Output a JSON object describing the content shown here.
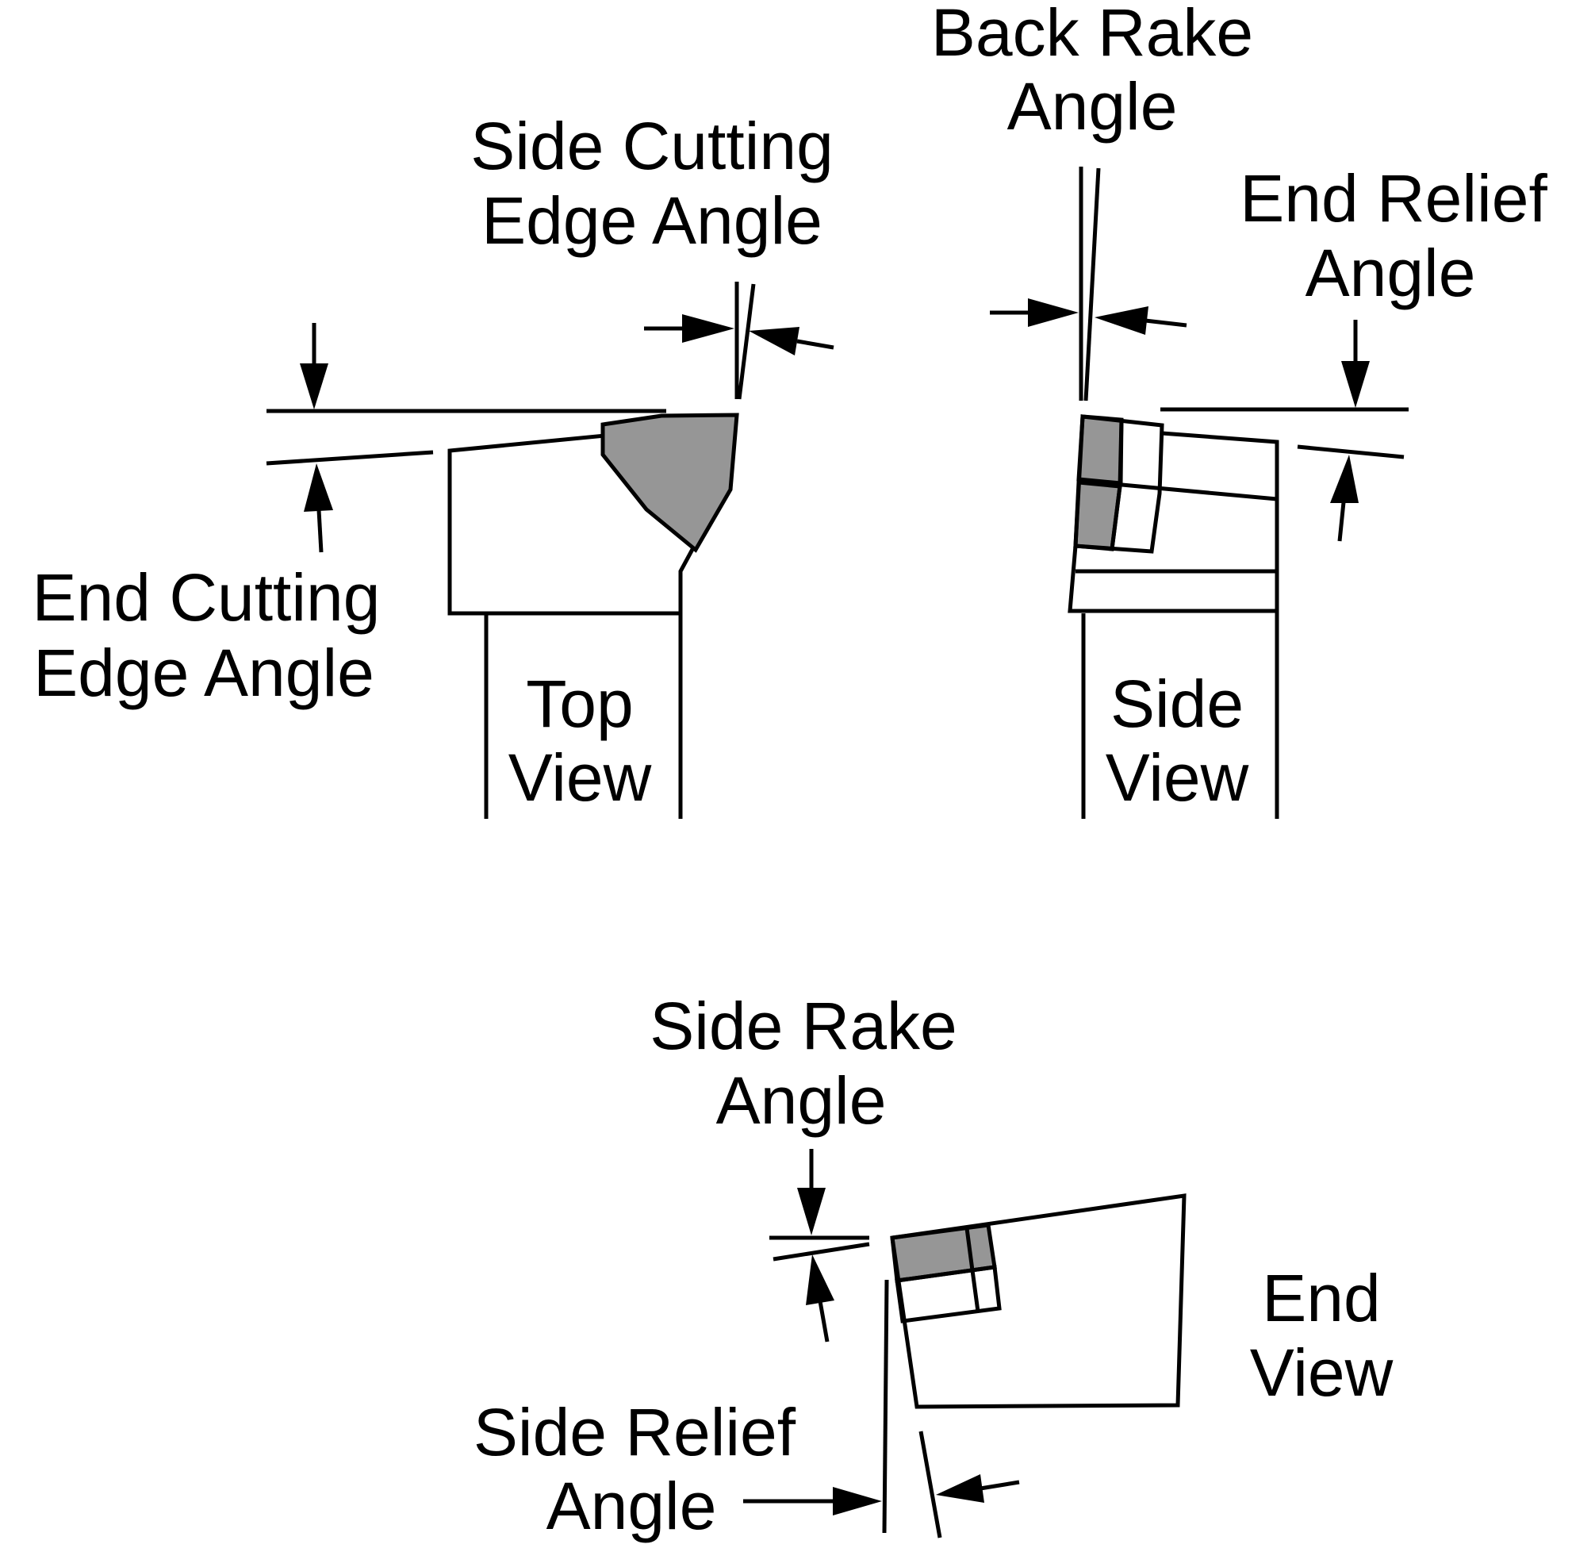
{
  "labels": {
    "back_rake_1": "Back Rake",
    "back_rake_2": "Angle",
    "side_cutting_1": "Side Cutting",
    "side_cutting_2": "Edge Angle",
    "end_relief_1": "End Relief",
    "end_relief_2": "Angle",
    "end_cutting_1": "End Cutting",
    "end_cutting_2": "Edge Angle",
    "top_view_1": "Top",
    "top_view_2": "View",
    "side_view_1": "Side",
    "side_view_2": "View",
    "side_rake_1": "Side Rake",
    "side_rake_2": "Angle",
    "end_view_1": "End",
    "end_view_2": "View",
    "side_relief_1": "Side Relief",
    "side_relief_2": "Angle"
  },
  "colors": {
    "line": "#000000",
    "insert_fill": "#969696",
    "background": "#ffffff"
  }
}
